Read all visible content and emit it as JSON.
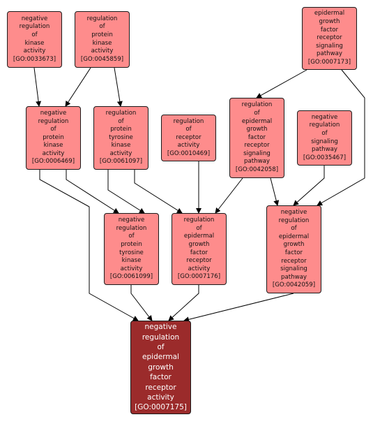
{
  "colors": {
    "node_fill": "#fe8c8c",
    "focus_fill": "#9b2b2b",
    "edge": "#000000"
  },
  "nodes": [
    {
      "id": "GO:0033673",
      "lines": [
        "negative",
        "regulation",
        "of",
        "kinase",
        "activity",
        "[GO:0033673]"
      ]
    },
    {
      "id": "GO:0045859",
      "lines": [
        "regulation",
        "of",
        "protein",
        "kinase",
        "activity",
        "[GO:0045859]"
      ]
    },
    {
      "id": "GO:0007173",
      "lines": [
        "epidermal",
        "growth",
        "factor",
        "receptor",
        "signaling",
        "pathway",
        "[GO:0007173]"
      ]
    },
    {
      "id": "GO:0006469",
      "lines": [
        "negative",
        "regulation",
        "of",
        "protein",
        "kinase",
        "activity",
        "[GO:0006469]"
      ]
    },
    {
      "id": "GO:0061097",
      "lines": [
        "regulation",
        "of",
        "protein",
        "tyrosine",
        "kinase",
        "activity",
        "[GO:0061097]"
      ]
    },
    {
      "id": "GO:0010469",
      "lines": [
        "regulation",
        "of",
        "receptor",
        "activity",
        "[GO:0010469]"
      ]
    },
    {
      "id": "GO:0042058",
      "lines": [
        "regulation",
        "of",
        "epidermal",
        "growth",
        "factor",
        "receptor",
        "signaling",
        "pathway",
        "[GO:0042058]"
      ]
    },
    {
      "id": "GO:0035467",
      "lines": [
        "negative",
        "regulation",
        "of",
        "signaling",
        "pathway",
        "[GO:0035467]"
      ]
    },
    {
      "id": "GO:0061099",
      "lines": [
        "negative",
        "regulation",
        "of",
        "protein",
        "tyrosine",
        "kinase",
        "activity",
        "[GO:0061099]"
      ]
    },
    {
      "id": "GO:0007176",
      "lines": [
        "regulation",
        "of",
        "epidermal",
        "growth",
        "factor",
        "receptor",
        "activity",
        "[GO:0007176]"
      ]
    },
    {
      "id": "GO:0042059",
      "lines": [
        "negative",
        "regulation",
        "of",
        "epidermal",
        "growth",
        "factor",
        "receptor",
        "signaling",
        "pathway",
        "[GO:0042059]"
      ]
    },
    {
      "id": "GO:0007175",
      "focus": true,
      "lines": [
        "negative",
        "regulation",
        "of",
        "epidermal",
        "growth",
        "factor",
        "receptor",
        "activity",
        "[GO:0007175]"
      ]
    }
  ],
  "edges": [
    {
      "from": "GO:0033673",
      "to": "GO:0006469"
    },
    {
      "from": "GO:0045859",
      "to": "GO:0006469"
    },
    {
      "from": "GO:0045859",
      "to": "GO:0061097"
    },
    {
      "from": "GO:0007173",
      "to": "GO:0042058"
    },
    {
      "from": "GO:0007173",
      "to": "GO:0042059"
    },
    {
      "from": "GO:0006469",
      "to": "GO:0061099"
    },
    {
      "from": "GO:0006469",
      "to": "GO:0007175"
    },
    {
      "from": "GO:0061097",
      "to": "GO:0061099"
    },
    {
      "from": "GO:0061097",
      "to": "GO:0007176"
    },
    {
      "from": "GO:0010469",
      "to": "GO:0007176"
    },
    {
      "from": "GO:0042058",
      "to": "GO:0007176"
    },
    {
      "from": "GO:0042058",
      "to": "GO:0042059"
    },
    {
      "from": "GO:0035467",
      "to": "GO:0042059"
    },
    {
      "from": "GO:0061099",
      "to": "GO:0007175"
    },
    {
      "from": "GO:0007176",
      "to": "GO:0007175"
    },
    {
      "from": "GO:0042059",
      "to": "GO:0007175"
    }
  ]
}
